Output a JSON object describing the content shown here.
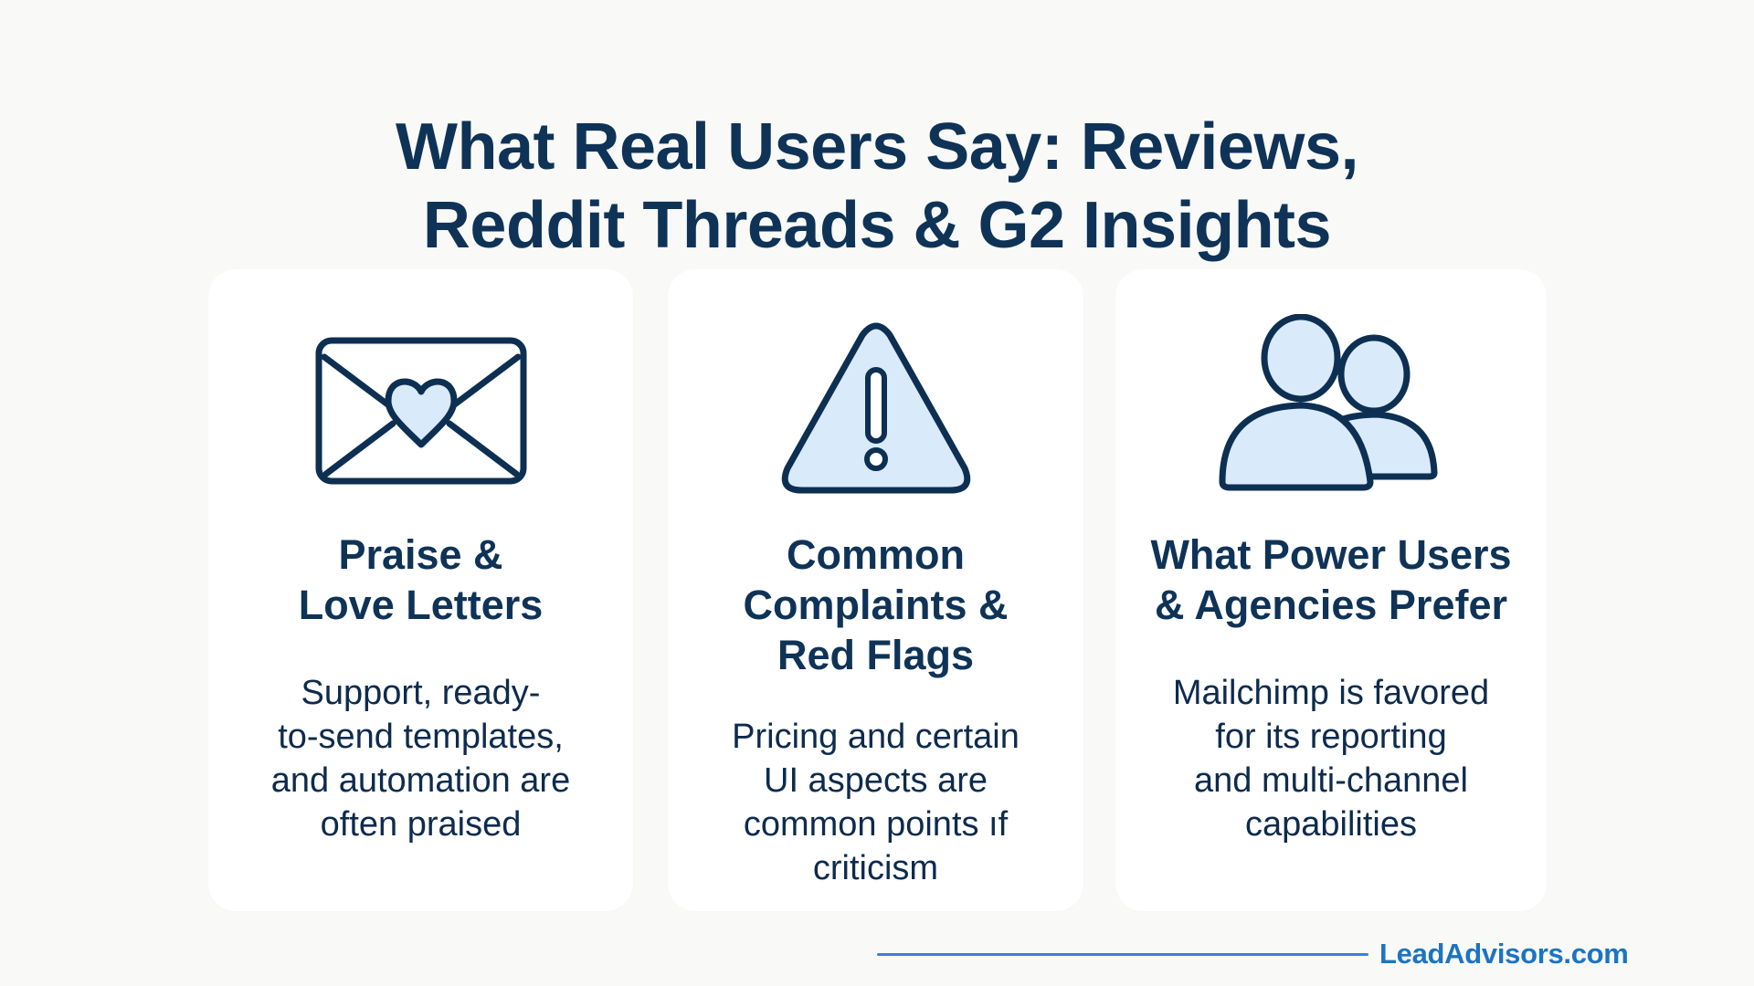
{
  "header": {
    "title_lines": [
      "What Real Users Say: Reviews,",
      "Reddit Threads & G2 Insights"
    ]
  },
  "colors": {
    "text_primary": "#0f3357",
    "icon_stroke": "#0d2f52",
    "icon_fill": "#d9eafb",
    "card_bg": "#ffffff",
    "page_bg": "#f9f9f8",
    "brand_blue": "#1b74c2",
    "line_blue": "#3c7fd6"
  },
  "cards": [
    {
      "icon": "envelope-heart-icon",
      "heading_lines": [
        "Praise &",
        "Love Letters"
      ],
      "body_lines": [
        "Support, ready-",
        "to-send templates,",
        "and automation are",
        "often praised"
      ]
    },
    {
      "icon": "warning-triangle-icon",
      "heading_lines": [
        "Common",
        "Complaints &",
        "Red Flags"
      ],
      "body_lines": [
        "Pricing and certain",
        "UI aspects are",
        "common points ıf",
        "criticism"
      ]
    },
    {
      "icon": "users-group-icon",
      "heading_lines": [
        "What Power Users",
        "& Agencies Prefer"
      ],
      "body_lines": [
        "Mailchimp is favored",
        "for its reporting",
        "and multi-channel",
        "capabilities"
      ]
    }
  ],
  "footer": {
    "brand": "LeadAdvisors.com"
  }
}
